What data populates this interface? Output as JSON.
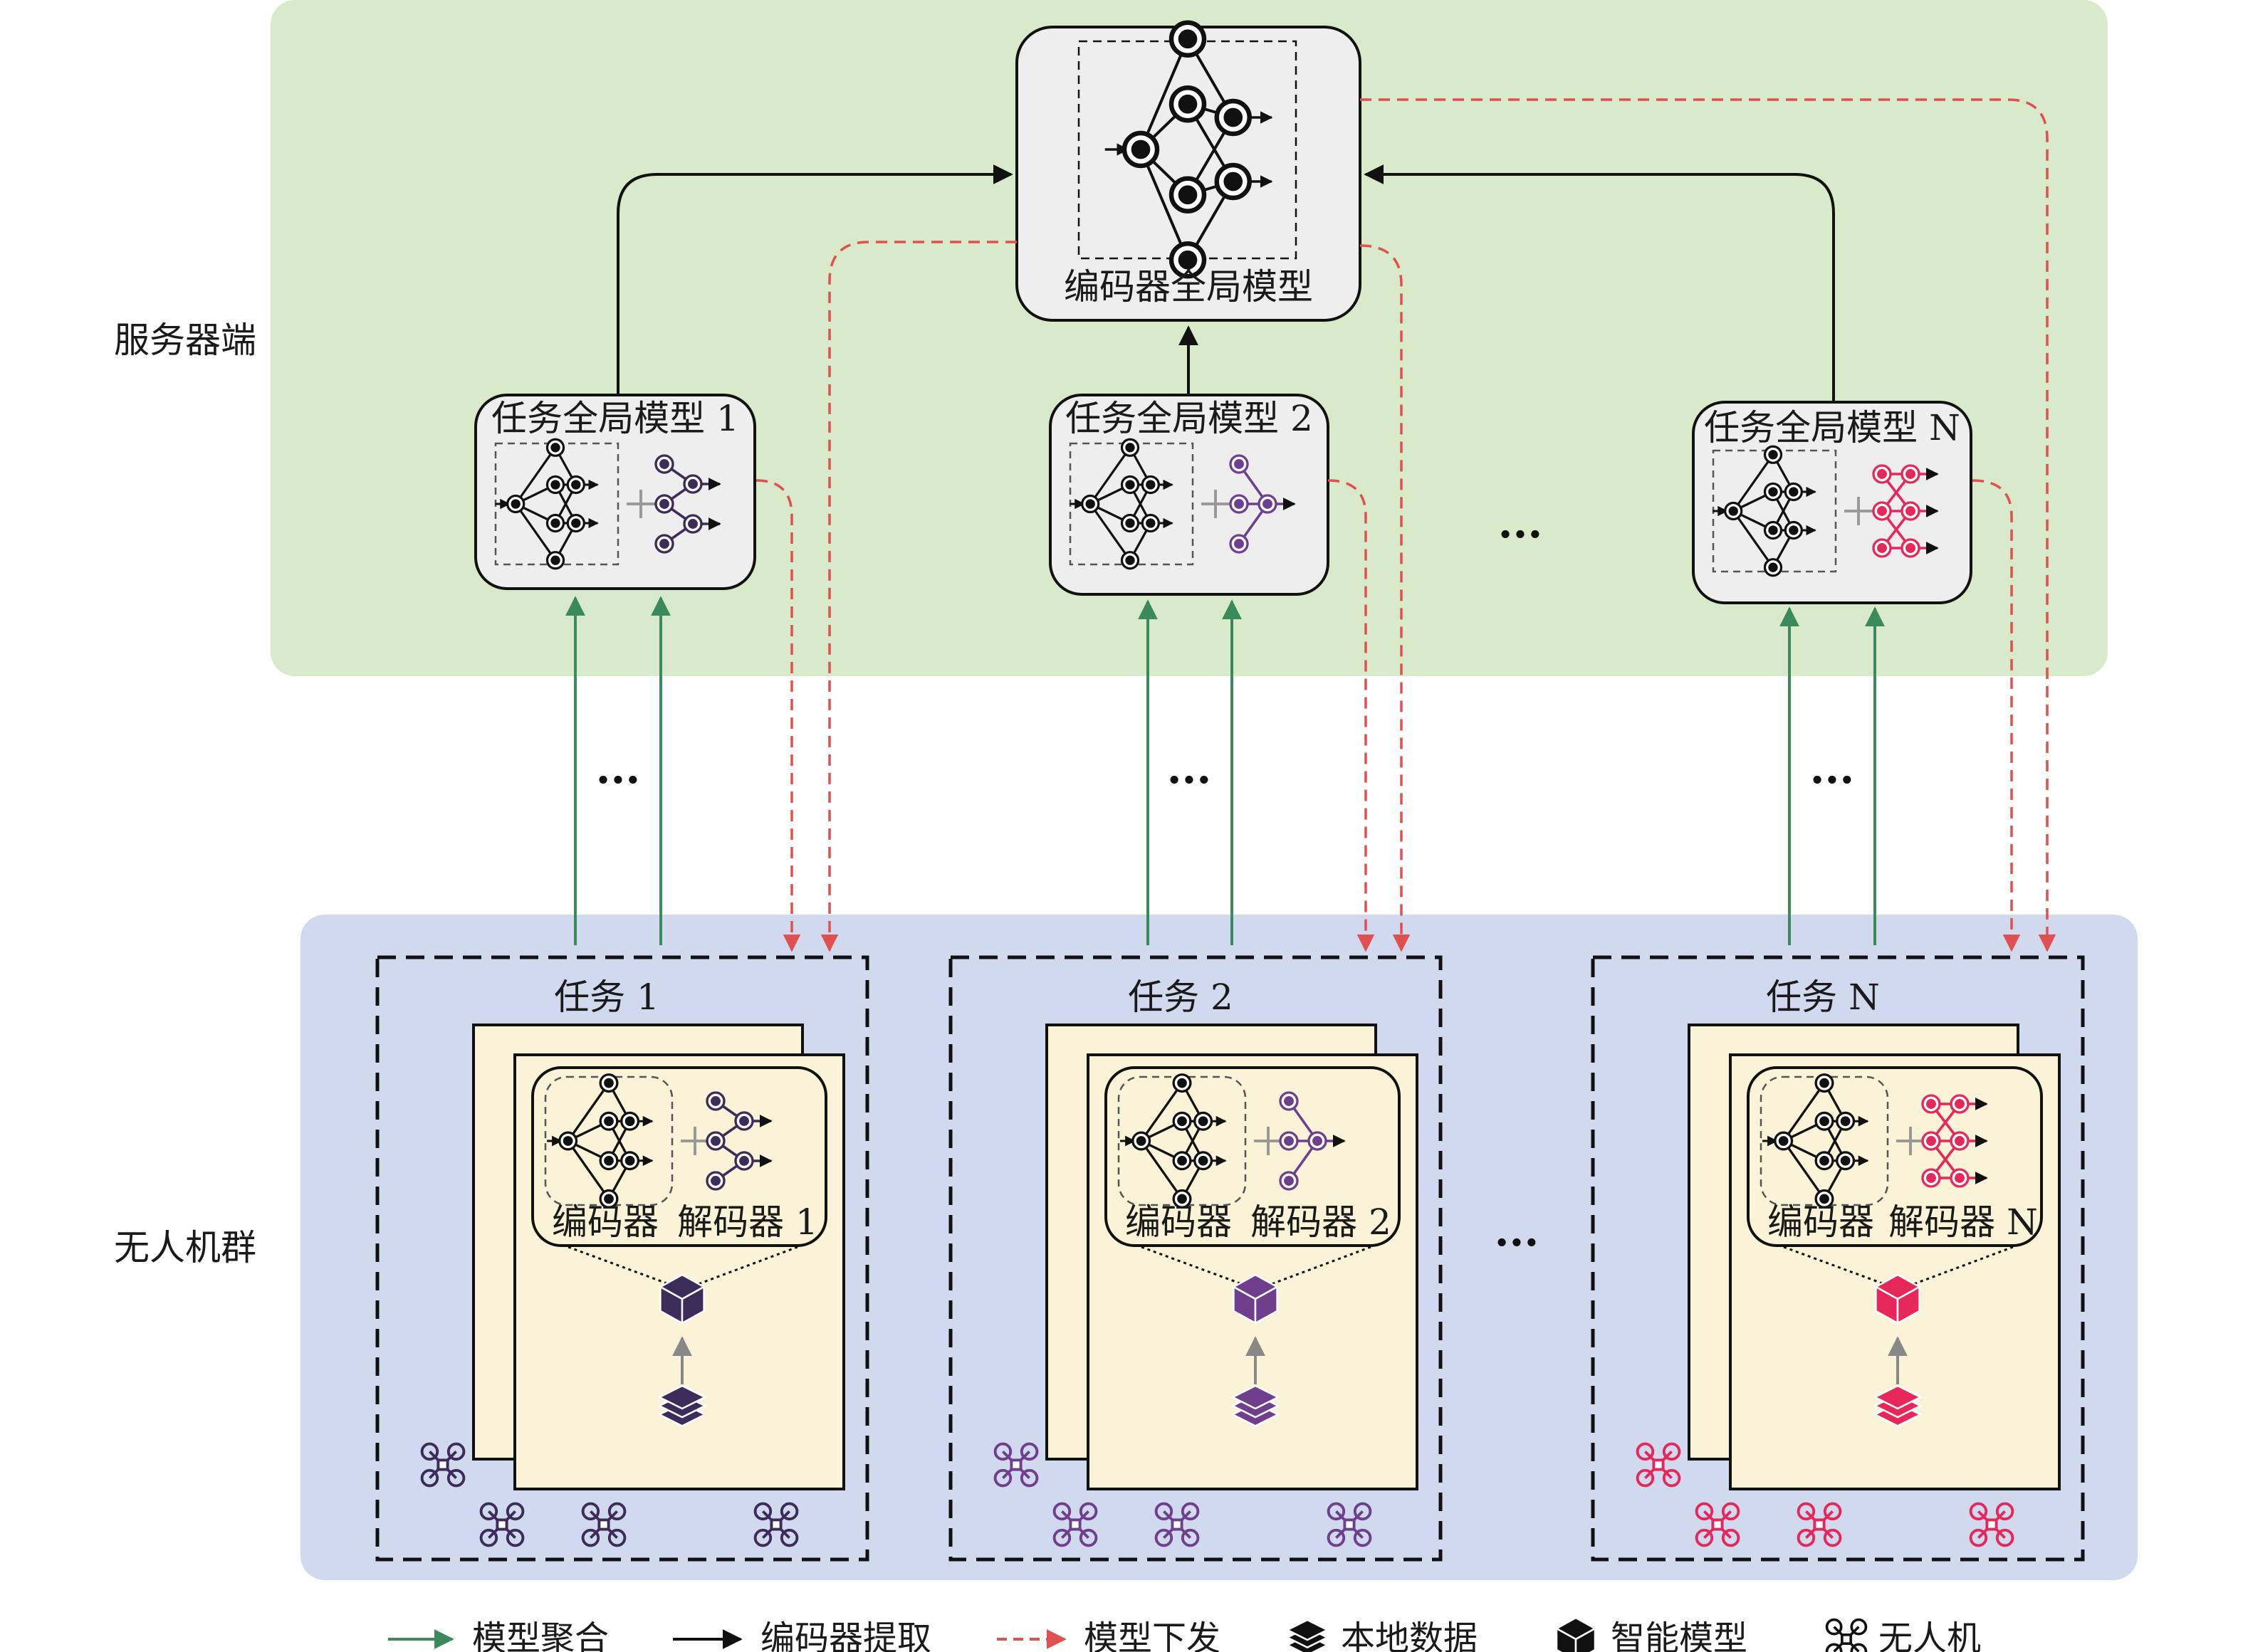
{
  "sides": {
    "server": "服务器端",
    "swarm": "无人机群"
  },
  "encoder_global": {
    "label": "编码器全局模型"
  },
  "ellipsis": "...",
  "task_globals": [
    {
      "label": "任务全局模型 1",
      "color": "#3d2b5a"
    },
    {
      "label": "任务全局模型 2",
      "color": "#6f3f8e"
    },
    {
      "label": "任务全局模型 N",
      "color": "#e6275a"
    }
  ],
  "tasks": [
    {
      "title": "任务 1",
      "encoder": "编码器",
      "decoder": "解码器 1",
      "color": "#3d2b5a"
    },
    {
      "title": "任务 2",
      "encoder": "编码器",
      "decoder": "解码器 2",
      "color": "#6f3f8e"
    },
    {
      "title": "任务 N",
      "encoder": "编码器",
      "decoder": "解码器 N",
      "color": "#e6275a"
    }
  ],
  "legend": {
    "aggregate": "模型聚合",
    "extract": "编码器提取",
    "distribute": "模型下发",
    "local_data": "本地数据",
    "smart_model": "智能模型",
    "drone": "无人机"
  },
  "colors": {
    "server_bg": "#d8eac9",
    "swarm_bg": "#d0d9ee",
    "card_bg": "#faf3d8",
    "box_bg": "#eeeeee",
    "aggregate_arrow": "#3a8a5c",
    "extract_arrow": "#111111",
    "distribute_arrow": "#e05050"
  }
}
